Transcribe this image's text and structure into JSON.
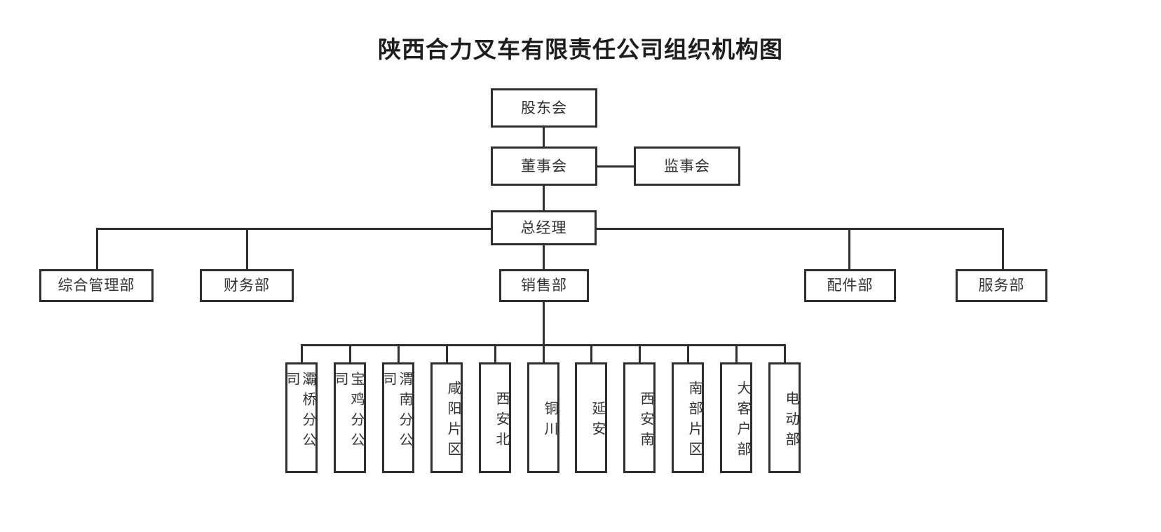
{
  "title": "陕西合力叉车有限责任公司组织机构图",
  "org": {
    "shareholders": {
      "label": "股东会"
    },
    "board": {
      "label": "董事会"
    },
    "supervisors": {
      "label": "监事会"
    },
    "general_manager": {
      "label": "总经理"
    },
    "departments": [
      {
        "label": "综合管理部"
      },
      {
        "label": "财务部"
      },
      {
        "label": "销售部"
      },
      {
        "label": "配件部"
      },
      {
        "label": "服务部"
      }
    ],
    "sales_units": [
      {
        "label": "灞桥分公司"
      },
      {
        "label": "宝鸡分公司"
      },
      {
        "label": "渭南分公司"
      },
      {
        "label": "咸阳片区"
      },
      {
        "label": "西安北"
      },
      {
        "label": "铜川"
      },
      {
        "label": "延安"
      },
      {
        "label": "西安南"
      },
      {
        "label": "南部片区"
      },
      {
        "label": "大客户部"
      },
      {
        "label": "电动部"
      }
    ]
  },
  "colors": {
    "line": "#2f2f2f",
    "text": "#333333",
    "title": "#1d1d1d",
    "background": "#ffffff"
  }
}
